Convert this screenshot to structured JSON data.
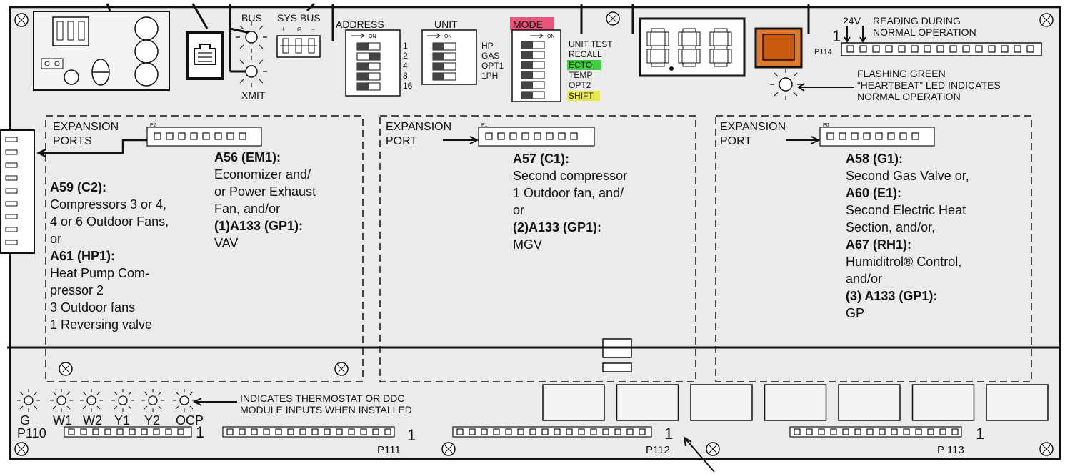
{
  "top": {
    "bus_label": "BUS",
    "sys_bus_label": "SYS BUS",
    "sys_bus_pins": [
      "+",
      "G",
      "−"
    ],
    "xmit_label": "XMIT",
    "address": {
      "title": "ADDRESS",
      "on": "ON",
      "values": [
        "1",
        "2",
        "4",
        "8",
        "16"
      ]
    },
    "unit": {
      "title": "UNIT",
      "on": "ON",
      "options": [
        "HP",
        "GAS",
        "OPT1",
        "1PH"
      ]
    },
    "mode": {
      "title": "MODE",
      "on": "ON",
      "options": [
        "UNIT TEST",
        "RECALL",
        "ECTO",
        "TEMP",
        "OPT2",
        "SHIFT"
      ],
      "highlight_title": "#e8547a",
      "highlight_ecto": "#3fd13f",
      "highlight_shift": "#e9e94a"
    },
    "p114": {
      "label": "P114",
      "pin1": "1",
      "volt": "24V",
      "reading": "READING DURING",
      "normal": "NORMAL OPERATION"
    },
    "heartbeat": {
      "line1": "FLASHING GREEN",
      "line2": "“HEARTBEAT” LED INDICATES",
      "line3": "NORMAL OPERATION",
      "color": "#e07a2a"
    }
  },
  "panels": {
    "left": {
      "port_line1": "EXPANSION",
      "port_line2": "PORTS",
      "plug": "P2",
      "col1": [
        {
          "text": "A59 (C2):",
          "bold": true
        },
        {
          "text": "Compressors 3 or 4,",
          "bold": false
        },
        {
          "text": "4 or 6 Outdoor Fans,",
          "bold": false
        },
        {
          "text": "or",
          "bold": false
        },
        {
          "text": "A61 (HP1):",
          "bold": true
        },
        {
          "text": "Heat Pump Com-",
          "bold": false
        },
        {
          "text": "pressor 2",
          "bold": false
        },
        {
          "text": "3 Outdoor fans",
          "bold": false
        },
        {
          "text": "1 Reversing valve",
          "bold": false
        }
      ],
      "col2": [
        {
          "text": "A56 (EM1):",
          "bold": true
        },
        {
          "text": "Economizer and/",
          "bold": false
        },
        {
          "text": "or Power Exhaust",
          "bold": false
        },
        {
          "text": "Fan, and/or",
          "bold": false
        },
        {
          "text": "(1)A133 (GP1):",
          "bold": true
        },
        {
          "text": "VAV",
          "bold": false
        }
      ]
    },
    "middle": {
      "port_line1": "EXPANSION",
      "port_line2": "PORT",
      "plug": "P1",
      "lines": [
        {
          "text": "A57 (C1):",
          "bold": true
        },
        {
          "text": "Second compressor",
          "bold": false
        },
        {
          "text": "1 Outdoor fan, and/",
          "bold": false
        },
        {
          "text": "or",
          "bold": false
        },
        {
          "text": "(2)A133 (GP1):",
          "bold": true
        },
        {
          "text": "MGV",
          "bold": false
        }
      ]
    },
    "right": {
      "port_line1": "EXPANSION",
      "port_line2": "PORT",
      "plug": "P0",
      "lines": [
        {
          "text": "A58 (G1):",
          "bold": true
        },
        {
          "text": "Second Gas Valve or,",
          "bold": false
        },
        {
          "text": "A60 (E1):",
          "bold": true
        },
        {
          "text": "Second Electric Heat",
          "bold": false
        },
        {
          "text": "Section, and/or,",
          "bold": false
        },
        {
          "text": "A67 (RH1):",
          "bold": true
        },
        {
          "text": "Humiditrol® Control,",
          "bold": false
        },
        {
          "text": "and/or",
          "bold": false
        },
        {
          "text": "(3) A133 (GP1):",
          "bold": true
        },
        {
          "text": "GP",
          "bold": false
        }
      ]
    }
  },
  "bottom": {
    "leds": [
      "G",
      "W1",
      "W2",
      "Y1",
      "Y2",
      "OCP"
    ],
    "leds_note_line1": "INDICATES THERMOSTAT OR DDC",
    "leds_note_line2": "MODULE INPUTS WHEN INSTALLED",
    "p110": "P110",
    "p111": "P111",
    "p112": "P112",
    "p113": "P 113",
    "pin1": "1"
  }
}
